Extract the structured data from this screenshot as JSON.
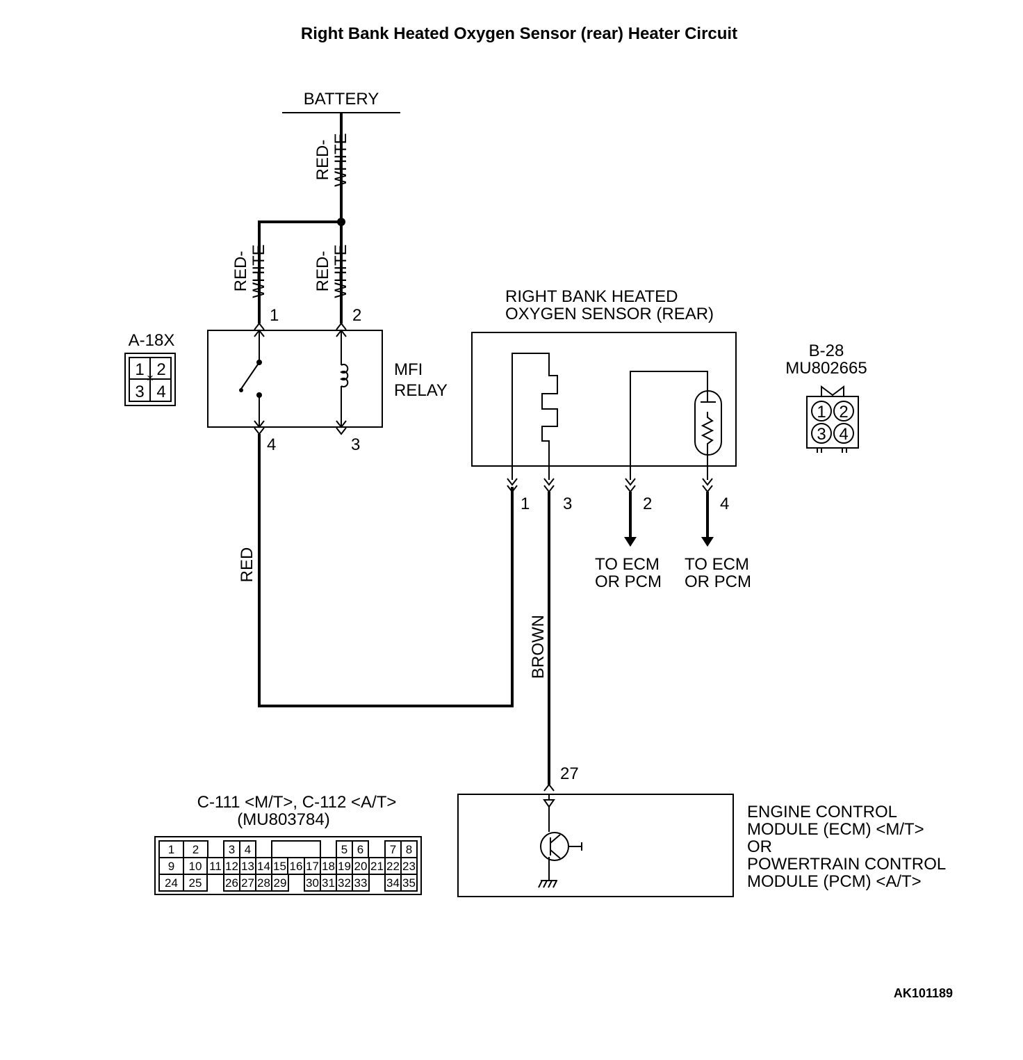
{
  "title": "Right Bank Heated Oxygen Sensor (rear) Heater Circuit",
  "battery": {
    "label": "BATTERY"
  },
  "wires": {
    "battery_feed": [
      "RED-",
      "WHITE"
    ],
    "relay_pin1": [
      "RED-",
      "WHITE"
    ],
    "relay_pin2": [
      "RED-",
      "WHITE"
    ],
    "relay_to_sensor": "RED",
    "sensor_to_ecm": "BROWN"
  },
  "mfi_relay": {
    "label": [
      "MFI",
      "RELAY"
    ],
    "pins": {
      "p1": "1",
      "p2": "2",
      "p3": "3",
      "p4": "4"
    },
    "connector": {
      "code": "A-18X",
      "cells": [
        "1",
        "2",
        "3",
        "4"
      ]
    }
  },
  "oxygen_sensor": {
    "label": [
      "RIGHT BANK HEATED",
      "OXYGEN SENSOR (REAR)"
    ],
    "pins": {
      "p1": "1",
      "p2": "2",
      "p3": "3",
      "p4": "4"
    },
    "outputs": [
      [
        "TO ECM",
        "OR PCM"
      ],
      [
        "TO ECM",
        "OR PCM"
      ]
    ],
    "connector": {
      "code": "B-28",
      "part": "MU802665",
      "cells": [
        "1",
        "2",
        "3",
        "4"
      ]
    }
  },
  "ecm": {
    "pin": "27",
    "label": [
      "ENGINE CONTROL",
      "MODULE (ECM) <M/T>",
      "OR",
      "POWERTRAIN CONTROL",
      "MODULE (PCM) <A/T>"
    ],
    "connector": {
      "code": "C-111 <M/T>, C-112 <A/T>",
      "part": "(MU803784)",
      "row1": [
        "1",
        "2",
        "3",
        "4",
        "5",
        "6",
        "7",
        "8"
      ],
      "row2": [
        "9",
        "10",
        "11",
        "12",
        "13",
        "14",
        "15",
        "16",
        "17",
        "18",
        "19",
        "20",
        "21",
        "22",
        "23"
      ],
      "row3": [
        "24",
        "25",
        "26",
        "27",
        "28",
        "29",
        "30",
        "31",
        "32",
        "33",
        "34",
        "35"
      ]
    }
  },
  "figure_code": "AK101189"
}
